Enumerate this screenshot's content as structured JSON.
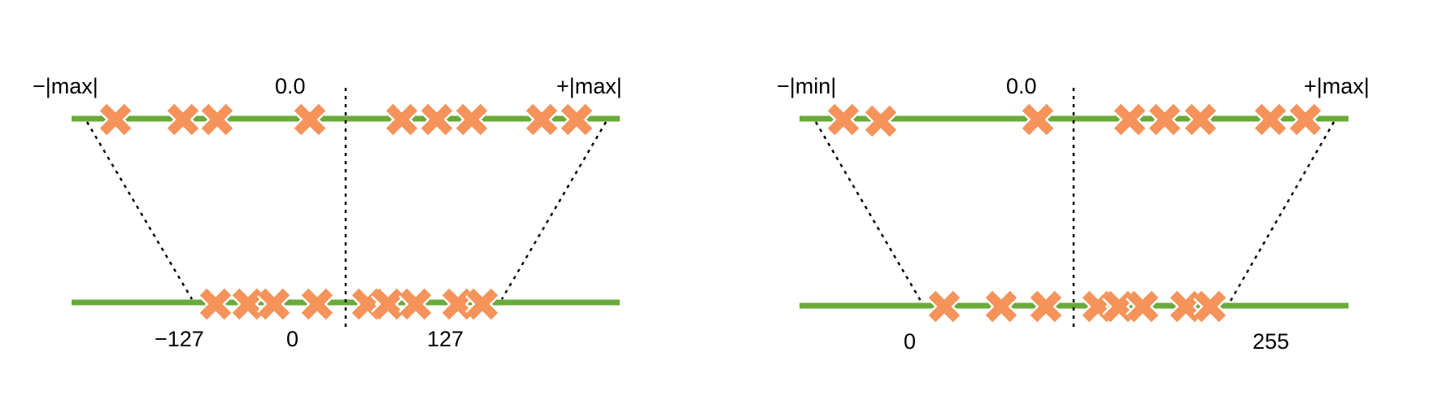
{
  "colors": {
    "line": "#6AAA3A",
    "marker": "#F5935A",
    "marker_outline": "#FFFFFF",
    "dotted": "#000000",
    "text": "#000000"
  },
  "icons": {
    "marker": "x-mark-icon"
  },
  "diagrams": [
    {
      "id": "symmetric",
      "top_labels": {
        "left": "−|max|",
        "center": "0.0",
        "right": "+|max|"
      },
      "bottom_labels": [
        "−127",
        "0",
        "127"
      ]
    },
    {
      "id": "asymmetric",
      "top_labels": {
        "left": "−|min|",
        "center": "0.0",
        "right": "+|max|"
      },
      "bottom_labels": [
        "0",
        "255"
      ]
    }
  ]
}
